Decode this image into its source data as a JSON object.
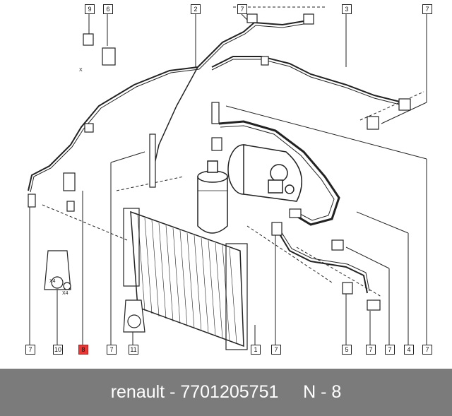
{
  "diagram": {
    "callouts": {
      "c9": "9",
      "c6": "6",
      "c2": "2",
      "c7_top": "7",
      "c3": "3",
      "c7_right_top": "7",
      "b7_a": "7",
      "b10": "10",
      "b8": "8",
      "b7_b": "7",
      "b11": "11",
      "b1": "1",
      "b7_c": "7",
      "b5": "5",
      "b7_d": "7",
      "b7_e": "7",
      "b4": "4",
      "b7_f": "7"
    },
    "marks": {
      "x4_a": "X4",
      "x4_b": "X4",
      "x_dim": "X"
    },
    "highlight_color": "#e53935"
  },
  "footer": {
    "caption": "renault - 7701205751     N - 8",
    "background": "#7b7b7b"
  }
}
